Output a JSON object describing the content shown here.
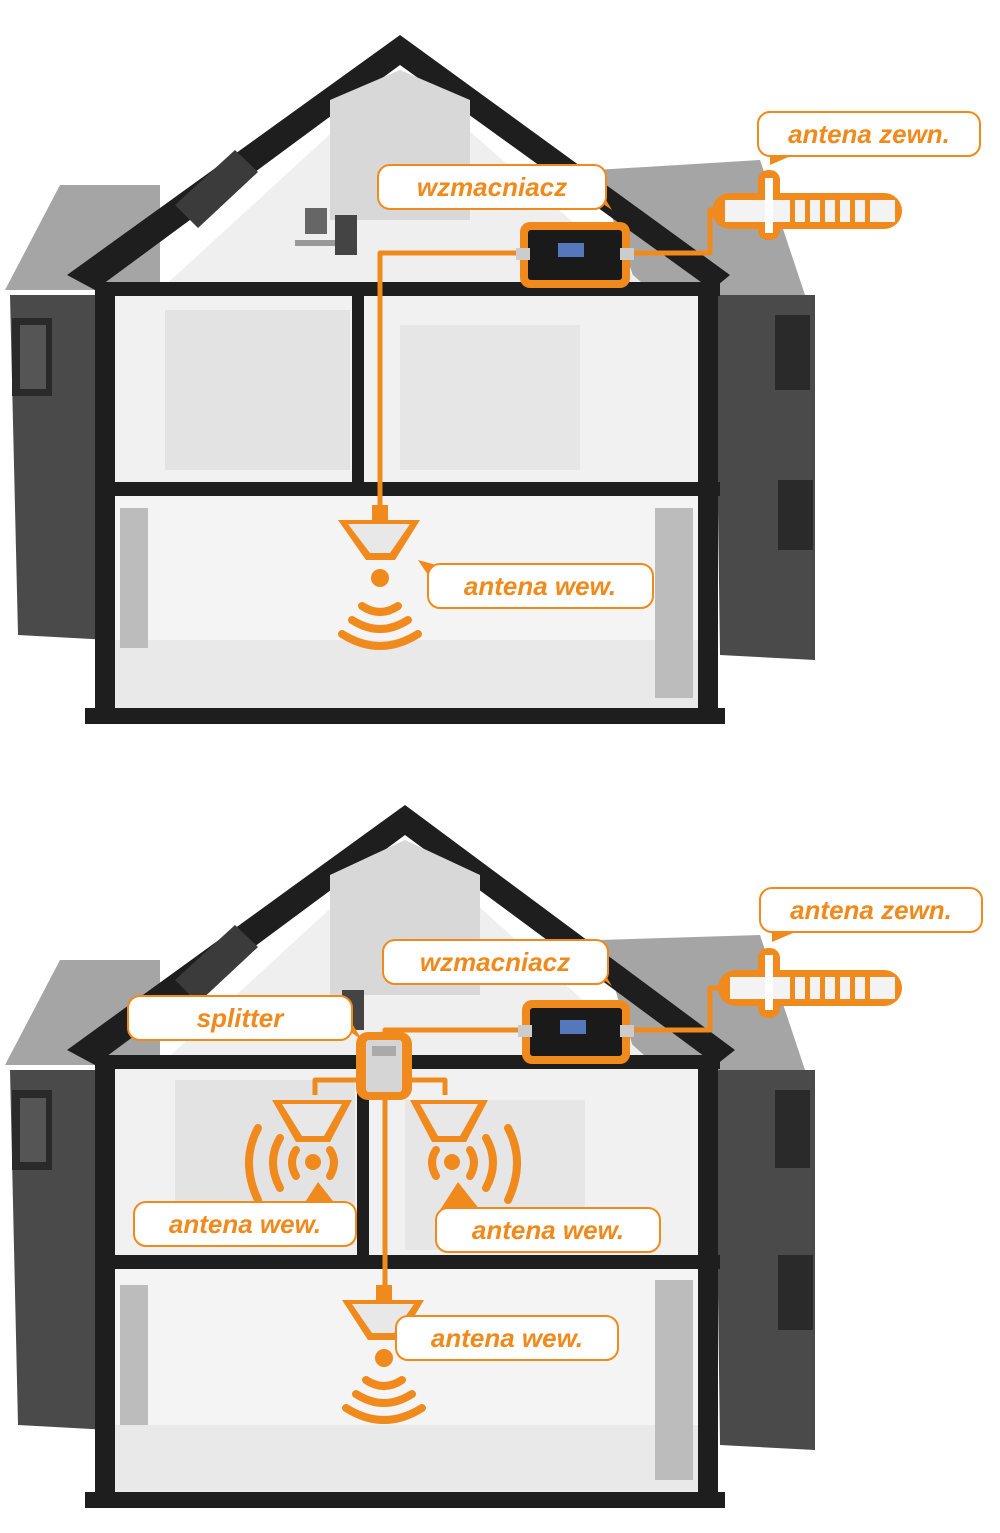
{
  "colors": {
    "accent": "#f08a1c",
    "wall_dark": "#1e1e1e",
    "roof": "#9a9a9a",
    "room": "#eeeeee"
  },
  "diagrams": [
    {
      "labels": {
        "outdoor_antenna": "antena zewn.",
        "amplifier": "wzmacniacz",
        "indoor_antenna": "antena wew."
      }
    },
    {
      "labels": {
        "outdoor_antenna": "antena zewn.",
        "amplifier": "wzmacniacz",
        "splitter": "splitter",
        "indoor_antenna_left": "antena wew.",
        "indoor_antenna_right": "antena wew.",
        "indoor_antenna_ground": "antena wew."
      }
    }
  ]
}
